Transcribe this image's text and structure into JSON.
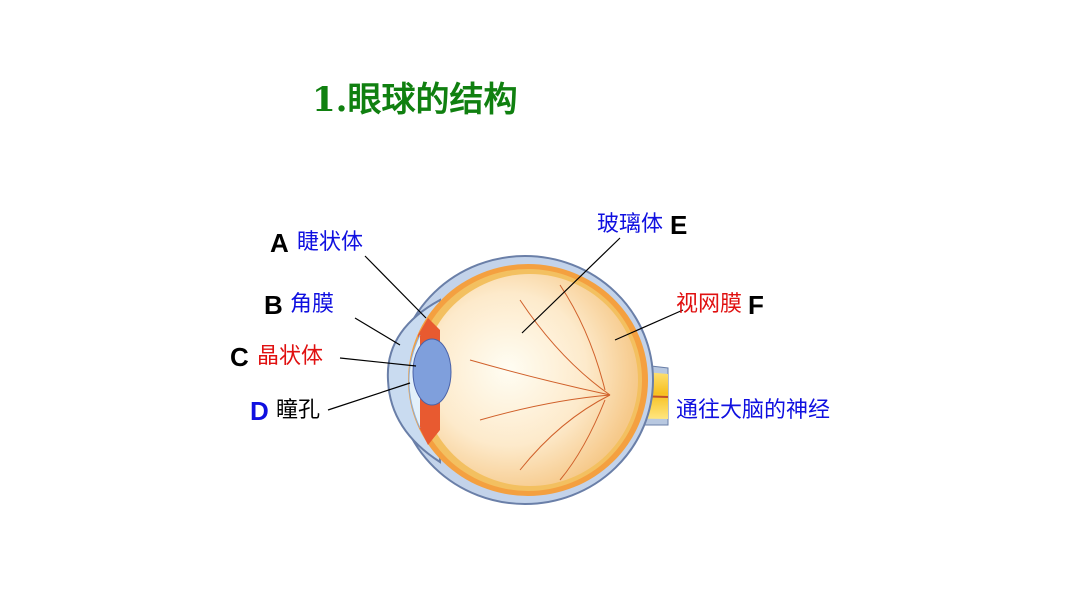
{
  "title": "1.眼球的结构",
  "labels": {
    "ciliary_body": "睫状体",
    "cornea": "角膜",
    "lens": "晶状体",
    "pupil": "瞳孔",
    "vitreous": "玻璃体",
    "retina": "视网膜",
    "optic_nerve": "通往大脑的神经"
  },
  "letters": {
    "a": "A",
    "b": "B",
    "c": "C",
    "d": "D",
    "e": "E",
    "f": "F"
  },
  "colors": {
    "title": "#108010",
    "blue_label": "#1010e0",
    "red_label": "#e01010"
  }
}
